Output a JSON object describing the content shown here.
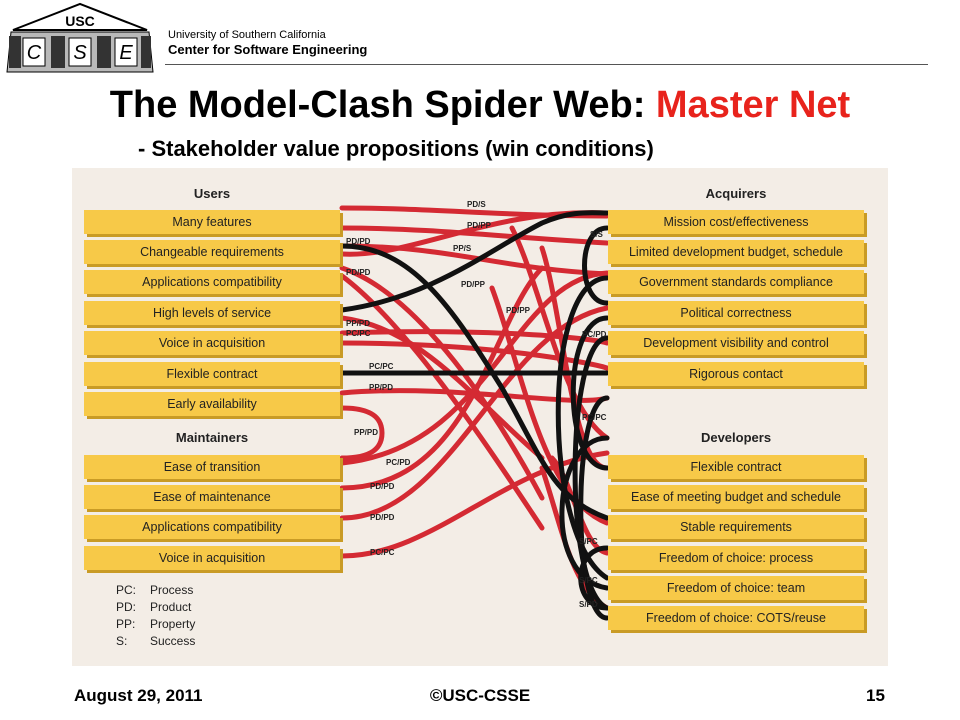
{
  "header": {
    "logo": {
      "top": "USC",
      "letters": [
        "C",
        "S",
        "E"
      ]
    },
    "university": "University of Southern California",
    "center": "Center for Software Engineering"
  },
  "title": {
    "main": "The Model-Clash Spider Web: ",
    "accent": "Master Net"
  },
  "subtitle": "- Stakeholder value propositions (win conditions)",
  "diagram": {
    "groups": {
      "users": "Users",
      "maintainers": "Maintainers",
      "acquirers": "Acquirers",
      "developers": "Developers"
    },
    "left_boxes": [
      "Many features",
      "Changeable requirements",
      "Applications compatibility",
      "High levels of service",
      "Voice in acquisition",
      "Flexible contract",
      "Early availability",
      "Ease of transition",
      "Ease of maintenance",
      "Applications compatibility",
      "Voice in acquisition"
    ],
    "right_boxes": [
      "Mission cost/effectiveness",
      "Limited development budget, schedule",
      "Government standards compliance",
      "Political correctness",
      "Development visibility and control",
      "Rigorous contact",
      "Flexible contract",
      "Ease of meeting budget and schedule",
      "Stable requirements",
      "Freedom of choice: process",
      "Freedom of choice: team",
      "Freedom of choice: COTS/reuse"
    ],
    "line_labels": [
      "PD/S",
      "PD/PP",
      "PD/PD",
      "PP/S",
      "PD/PD",
      "PD/PP",
      "PD/PP",
      "PP/PD",
      "PC/PC",
      "PC/PC",
      "PP/PD",
      "PP/PD",
      "PC/PD",
      "PD/PD",
      "PD/PD",
      "PC/PC",
      "S/S",
      "PC/PD",
      "PC/PC",
      "S/PC",
      "S/PC",
      "S/PD"
    ],
    "legend": [
      {
        "key": "PC:",
        "value": "Process"
      },
      {
        "key": "PD:",
        "value": "Product"
      },
      {
        "key": "PP:",
        "value": "Property"
      },
      {
        "key": "S:",
        "value": "Success"
      }
    ],
    "colors": {
      "box": "#f7c948",
      "red_line": "#d42a33",
      "black_line": "#111111",
      "background": "#f3ede6"
    }
  },
  "footer": {
    "date": "August 29, 2011",
    "copyright": "©USC-CSSE",
    "page": "15"
  }
}
